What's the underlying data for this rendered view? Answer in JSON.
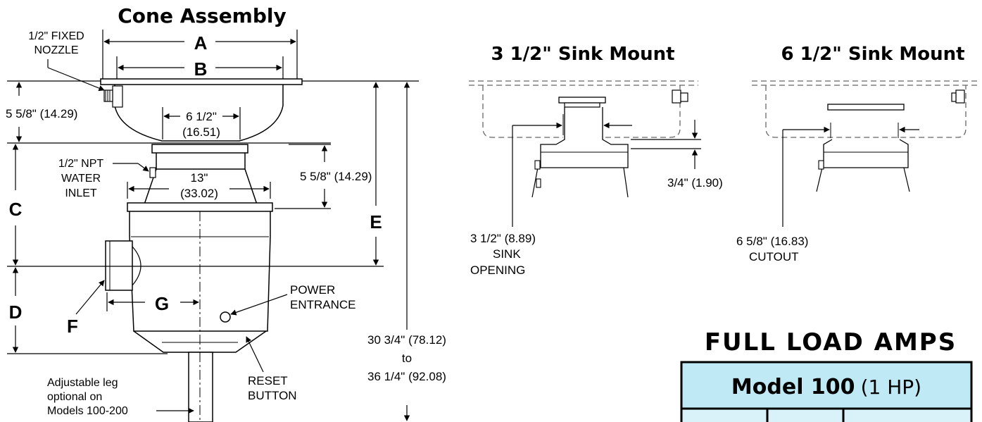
{
  "cone": {
    "title": "Cone Assembly",
    "nozzle_l1": "1/2\" FIXED",
    "nozzle_l2": "NOZZLE",
    "dim_A": "A",
    "dim_B": "B",
    "bowl_height": "5 5/8\" (14.29)",
    "throat_w1": "6 1/2\"",
    "throat_w2": "(16.51)",
    "inlet_l1": "1/2\" NPT",
    "inlet_l2": "WATER",
    "inlet_l3": "INLET",
    "body_w1": "13\"",
    "body_w2": "(33.02)",
    "neck_height": "5 5/8\" (14.29)",
    "dim_C": "C",
    "dim_D": "D",
    "dim_E": "E",
    "dim_F": "F",
    "dim_G": "G",
    "power_l1": "POWER",
    "power_l2": "ENTRANCE",
    "reset_l1": "RESET",
    "reset_l2": "BUTTON",
    "total_l1": "30 3/4\" (78.12)",
    "total_l2": "to",
    "total_l3": "36 1/4\" (92.08)",
    "leg_l1": "Adjustable leg",
    "leg_l2": "optional on",
    "leg_l3": "Models 100-200"
  },
  "mount35": {
    "title": "3 1/2\" Sink Mount",
    "gap": "3/4\" (1.90)",
    "open_l1": "3 1/2\" (8.89)",
    "open_l2": "SINK",
    "open_l3": "OPENING"
  },
  "mount65": {
    "title": "6 1/2\" Sink Mount",
    "cut_l1": "6 5/8\" (16.83)",
    "cut_l2": "CUTOUT"
  },
  "amps": {
    "title": "FULL LOAD AMPS",
    "model_name": "Model 100",
    "model_hp": "(1 HP)"
  },
  "colors": {
    "table_border": "#000000",
    "table_header_bg": "#bfe9f5",
    "table_cell_bg": "#d9f2fa"
  }
}
